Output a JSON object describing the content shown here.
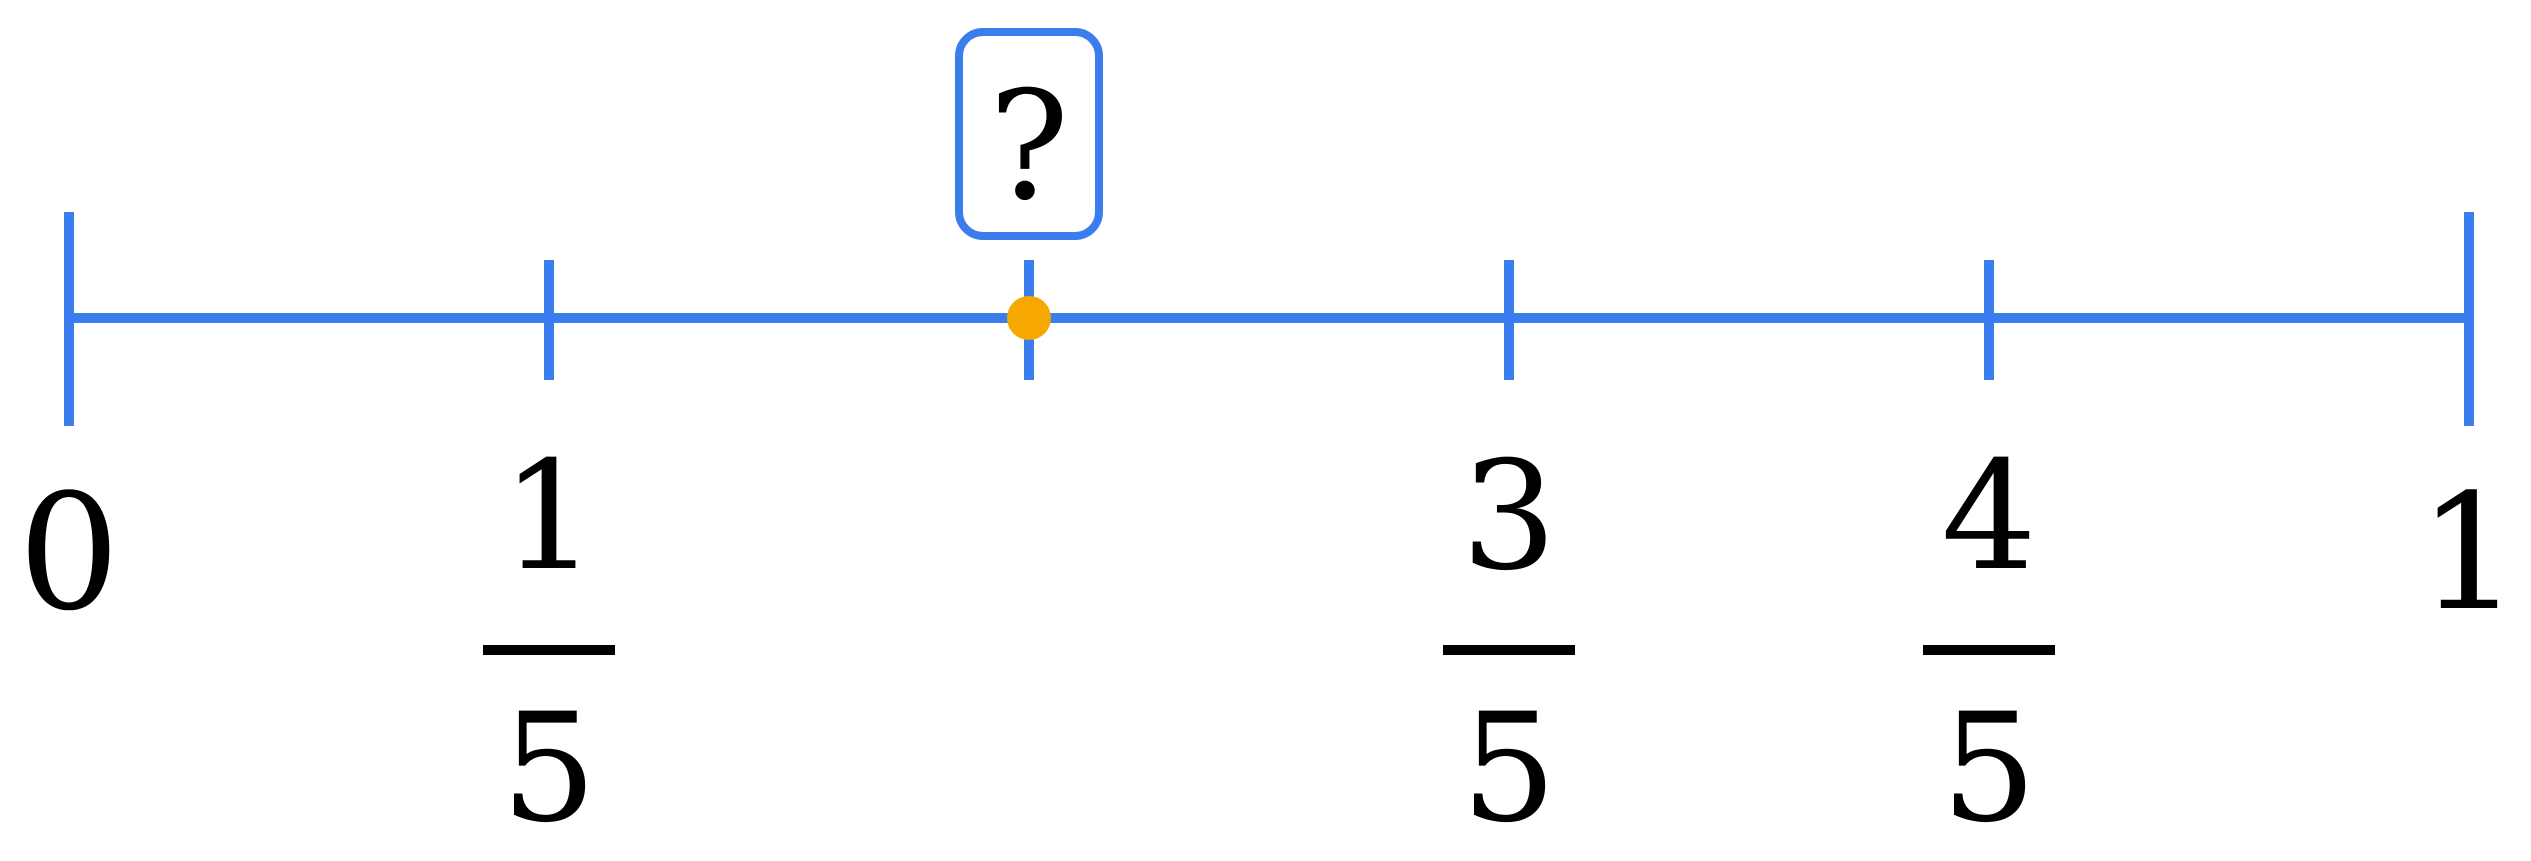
{
  "number_line": {
    "start": 0,
    "end": 1,
    "divisions": 5,
    "marked_value": 0.4,
    "colors": {
      "line": "#3b7ded",
      "point": "#f6a800",
      "text": "#000000"
    }
  },
  "labels": {
    "start": "0",
    "end": "1",
    "fractions": [
      {
        "value": 0.2,
        "numerator": "1",
        "denominator": "5"
      },
      {
        "value": 0.6,
        "numerator": "3",
        "denominator": "5"
      },
      {
        "value": 0.8,
        "numerator": "4",
        "denominator": "5"
      }
    ],
    "unknown": "?"
  }
}
